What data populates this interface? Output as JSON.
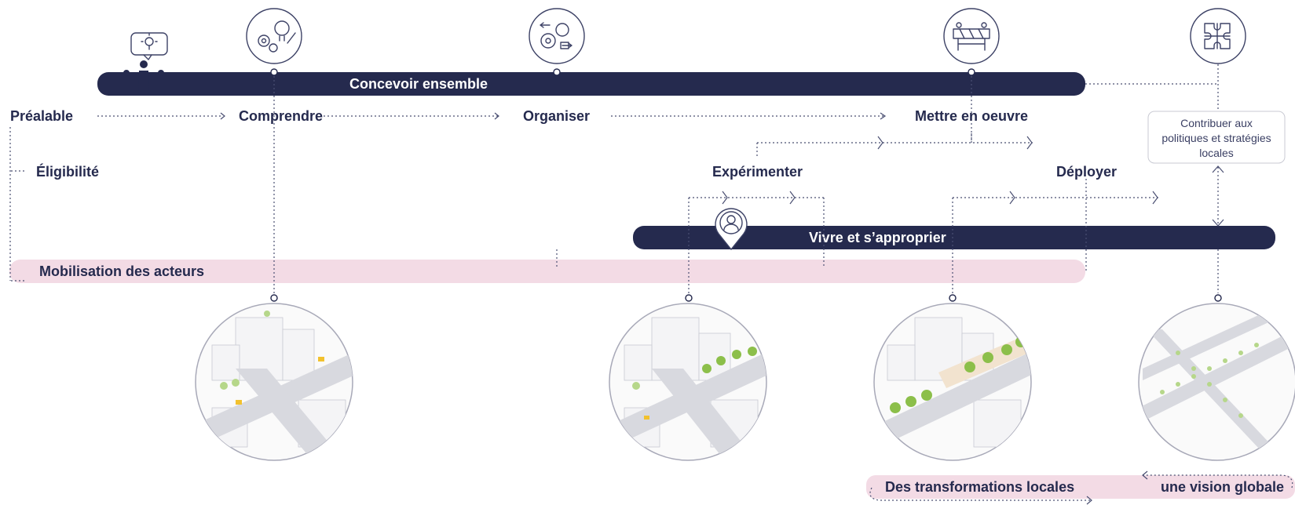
{
  "bars": {
    "concevoir": "Concevoir ensemble",
    "vivre": "Vivre et s’approprier",
    "mobilisation": "Mobilisation des acteurs"
  },
  "steps": {
    "prealable": "Préalable",
    "comprendre": "Comprendre",
    "organiser": "Organiser",
    "mettre_en_oeuvre": "Mettre en oeuvre",
    "eligibilite": "Éligibilité",
    "experimenter": "Expérimenter",
    "deployer": "Déployer"
  },
  "contribuer": {
    "line1": "Contribuer aux",
    "line2": "politiques et stratégies",
    "line3": "locales"
  },
  "bottom": {
    "transformations": "Des transformations locales",
    "vision": "une vision globale"
  },
  "icons": [
    "people-idea-icon",
    "gears-lightbulb-icon",
    "gears-arrows-icon",
    "road-barrier-icon",
    "puzzle-icon",
    "location-pin-person-icon"
  ],
  "colors": {
    "navy": "#252a4e",
    "pink": "#f3dbe5",
    "white": "#ffffff"
  }
}
